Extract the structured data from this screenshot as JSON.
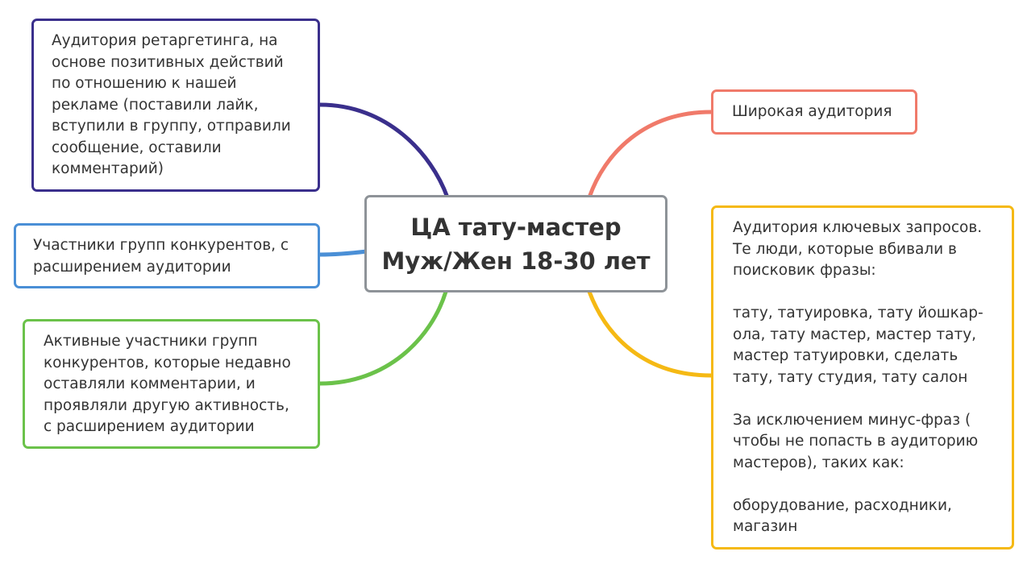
{
  "center": {
    "title": "ЦА тату-мастер\nМуж/Жен 18-30 лет"
  },
  "branches": {
    "retarget": {
      "text": "Аудитория ретаргетинга, на\nоснове позитивных действий\nпо отношению к нашей\nрекламе (поставили лайк,\nвступили в группу, отправили\nсообщение, оставили\nкомментарий)",
      "color": "#3a2f8c"
    },
    "competitors": {
      "text": "Участники групп конкурентов, с\nрасширением аудитории",
      "color": "#4a8fd6"
    },
    "active": {
      "text": "Активные участники групп\nконкурентов, которые недавно\nоставляли комментарии, и\nпроявляли другую активность,\nс расширением аудитории",
      "color": "#6bc24a"
    },
    "broad": {
      "text": "Широкая аудитория",
      "color": "#f07a6a"
    },
    "keywords": {
      "text": "Аудитория ключевых запросов.\nТе люди, которые вбивали в\nпоисковик фразы:\n\nтату, татуировка, тату йошкар-\nола, тату мастер, мастер тату,\nмастер татуировки, сделать\nтату, тату студия, тату салон\n\nЗа исключением минус-фраз (\nчтобы не попасть в аудиторию\nмастеров), таких как:\n\nоборудование, расходники,\nмагазин",
      "color": "#f5b914"
    }
  },
  "center_border_color": "#8e9398"
}
